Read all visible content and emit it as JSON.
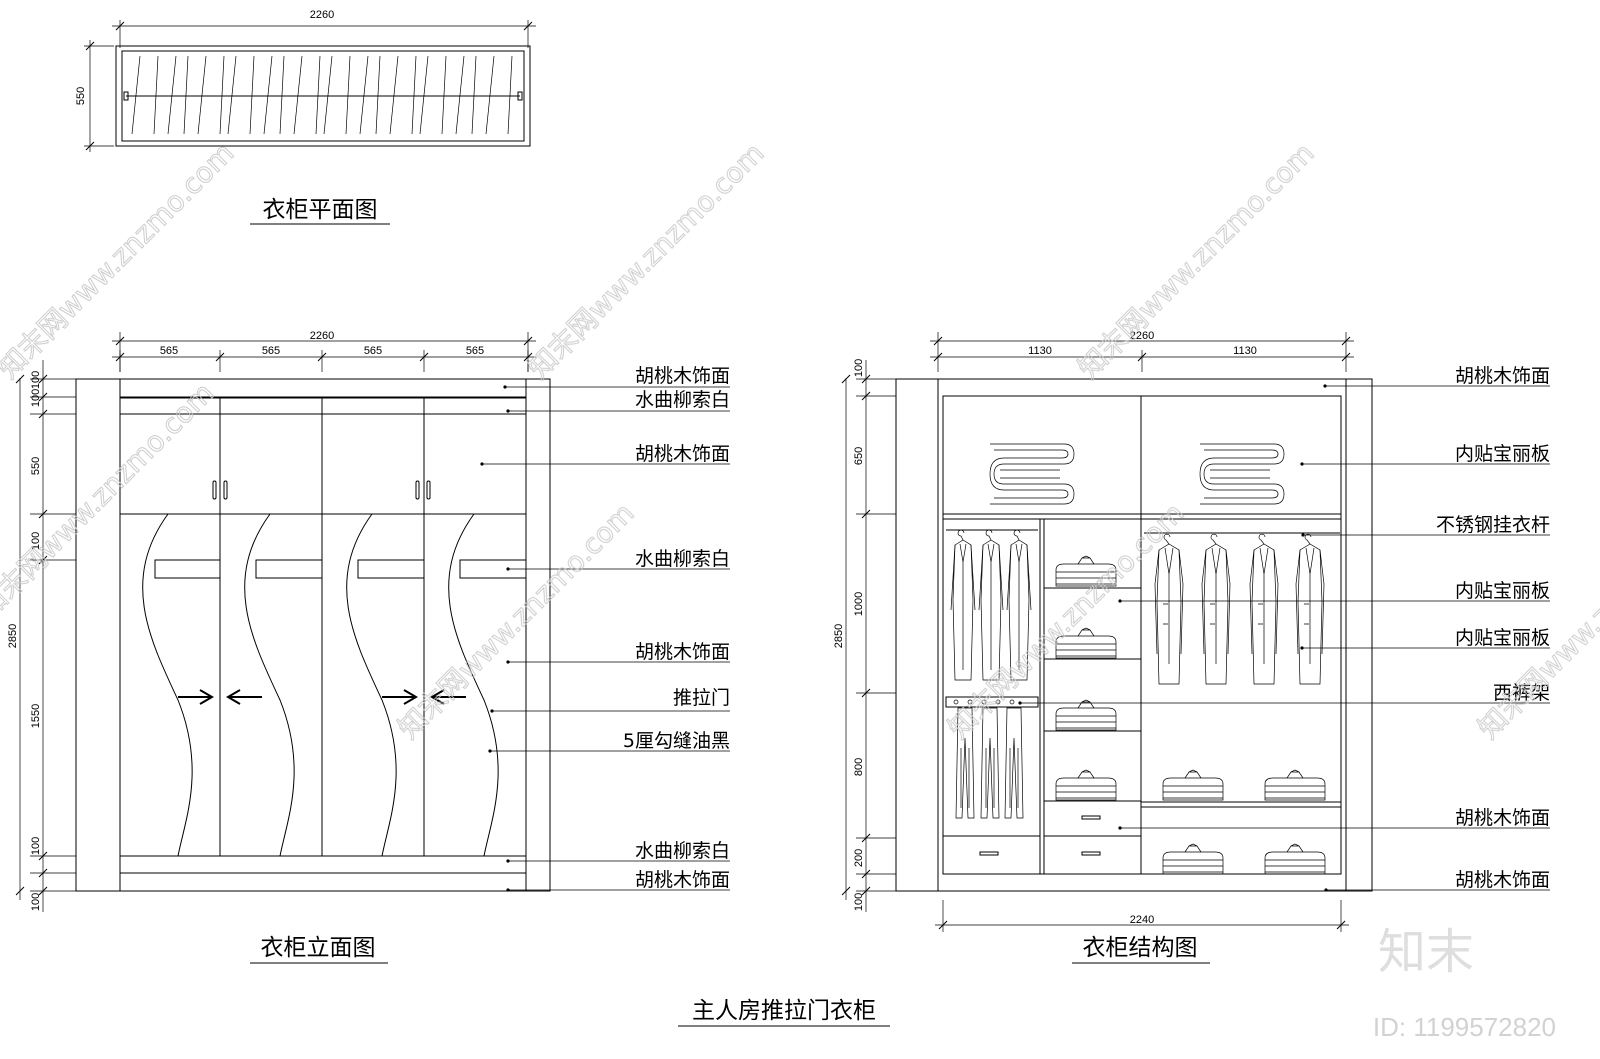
{
  "plan": {
    "title": "衣柜平面图",
    "width_dim": "2260",
    "depth_dim": "550"
  },
  "elevation": {
    "title": "衣柜立面图",
    "top_total": "2260",
    "top_segments": [
      "565",
      "565",
      "565",
      "565"
    ],
    "left_dims": [
      "100",
      "100",
      "550",
      "100",
      "1550",
      "100",
      "100"
    ],
    "left_total": "2850",
    "labels": [
      "胡桃木饰面",
      "水曲柳索白",
      "胡桃木饰面",
      "水曲柳索白",
      "胡桃木饰面",
      "推拉门",
      "5厘勾缝油黑",
      "水曲柳索白",
      "胡桃木饰面"
    ]
  },
  "structure": {
    "title": "衣柜结构图",
    "top_total": "2260",
    "top_segments": [
      "1130",
      "1130"
    ],
    "left_dims": [
      "100",
      "650",
      "1000",
      "800",
      "200",
      "100"
    ],
    "left_total": "2850",
    "bottom_dim": "2240",
    "labels": [
      "胡桃木饰面",
      "内贴宝丽板",
      "不锈钢挂衣杆",
      "内贴宝丽板",
      "内贴宝丽板",
      "西裤架",
      "胡桃木饰面",
      "胡桃木饰面"
    ]
  },
  "main_title": "主人房推拉门衣柜",
  "watermark": {
    "brand": "知末",
    "id_text": "ID: 1199572820",
    "site": "知末网www.znzmo.com"
  }
}
